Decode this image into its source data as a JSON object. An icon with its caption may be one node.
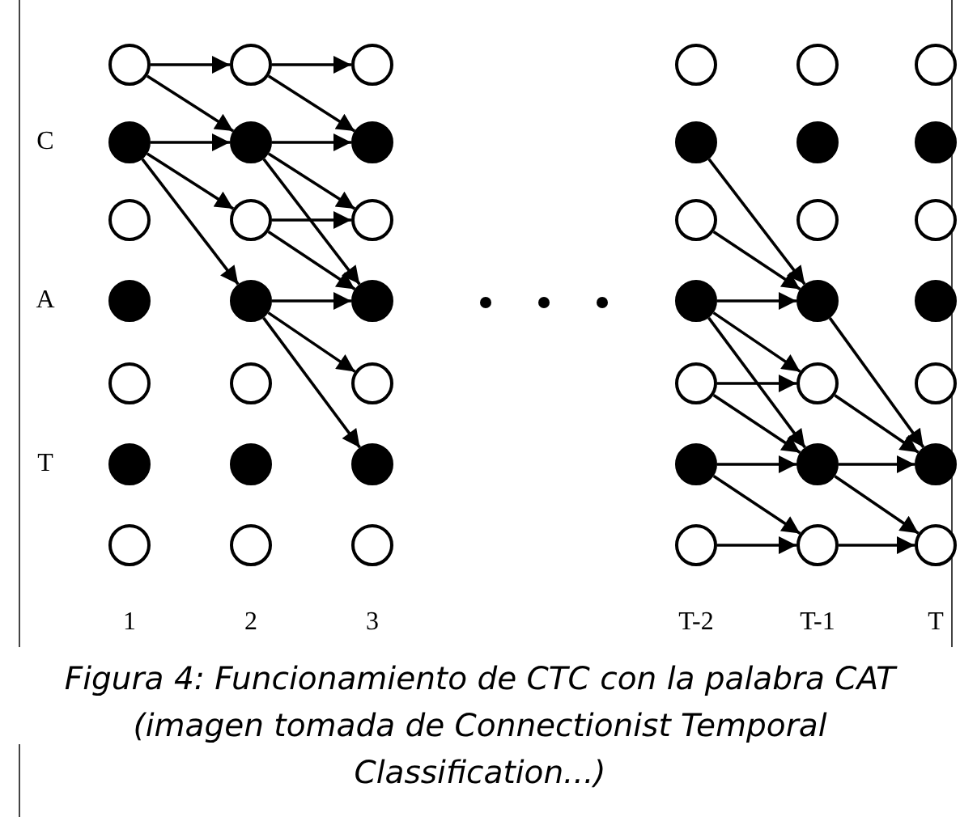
{
  "diagram": {
    "caption": "Figura 4: Funcionamiento de CTC con la palabra CAT (imagen tomada de Connectionist Temporal Classification...)",
    "nodes": [
      {
        "text": [],
        "shape": "circle"
      },
      {
        "text": [],
        "shape": "dot"
      },
      {
        "text": [],
        "shape": "circle"
      },
      {
        "text": [],
        "shape": "dot"
      },
      {
        "text": [],
        "shape": "circle"
      },
      {
        "text": [],
        "shape": "dot"
      },
      {
        "text": [],
        "shape": "circle"
      },
      {
        "text": [],
        "shape": "circle"
      },
      {
        "text": [],
        "shape": "dot"
      },
      {
        "text": [],
        "shape": "circle"
      },
      {
        "text": [],
        "shape": "dot"
      },
      {
        "text": [],
        "shape": "circle"
      },
      {
        "text": [],
        "shape": "dot"
      },
      {
        "text": [],
        "shape": "circle"
      },
      {
        "text": [],
        "shape": "circle"
      },
      {
        "text": [],
        "shape": "dot"
      },
      {
        "text": [],
        "shape": "circle"
      },
      {
        "text": [],
        "shape": "dot"
      },
      {
        "text": [],
        "shape": "circle"
      },
      {
        "text": [],
        "shape": "dot"
      },
      {
        "text": [],
        "shape": "circle"
      },
      {
        "text": [],
        "shape": "circle"
      },
      {
        "text": [],
        "shape": "dot"
      },
      {
        "text": [],
        "shape": "circle"
      },
      {
        "text": [],
        "shape": "dot"
      },
      {
        "text": [],
        "shape": "circle"
      },
      {
        "text": [],
        "shape": "dot"
      },
      {
        "text": [],
        "shape": "circle"
      },
      {
        "text": [],
        "shape": "circle"
      },
      {
        "text": [],
        "shape": "dot"
      },
      {
        "text": [],
        "shape": "circle"
      },
      {
        "text": [],
        "shape": "dot"
      },
      {
        "text": [],
        "shape": "circle"
      },
      {
        "text": [],
        "shape": "dot"
      },
      {
        "text": [],
        "shape": "circle"
      },
      {
        "text": [],
        "shape": "circle"
      },
      {
        "text": [],
        "shape": "dot"
      },
      {
        "text": [],
        "shape": "circle"
      },
      {
        "text": [],
        "shape": "dot"
      },
      {
        "text": [],
        "shape": "circle"
      },
      {
        "text": [],
        "shape": "dot"
      },
      {
        "text": [],
        "shape": "circle"
      }
    ],
    "edges": [
      {
        "from": 0,
        "to": 7,
        "arrow": "to"
      },
      {
        "from": 0,
        "to": 8,
        "arrow": "to"
      },
      {
        "from": 1,
        "to": 8,
        "arrow": "to"
      },
      {
        "from": 1,
        "to": 9,
        "arrow": "to"
      },
      {
        "from": 1,
        "to": 10,
        "arrow": "to"
      },
      {
        "from": 7,
        "to": 14,
        "arrow": "to"
      },
      {
        "from": 7,
        "to": 15,
        "arrow": "to"
      },
      {
        "from": 8,
        "to": 15,
        "arrow": "to"
      },
      {
        "from": 8,
        "to": 16,
        "arrow": "to"
      },
      {
        "from": 8,
        "to": 17,
        "arrow": "to"
      },
      {
        "from": 9,
        "to": 16,
        "arrow": "to"
      },
      {
        "from": 9,
        "to": 17,
        "arrow": "to"
      },
      {
        "from": 10,
        "to": 17,
        "arrow": "to"
      },
      {
        "from": 10,
        "to": 18,
        "arrow": "to"
      },
      {
        "from": 10,
        "to": 19,
        "arrow": "to"
      },
      {
        "from": 22,
        "to": 31,
        "arrow": "to"
      },
      {
        "from": 23,
        "to": 31,
        "arrow": "to"
      },
      {
        "from": 24,
        "to": 31,
        "arrow": "to"
      },
      {
        "from": 24,
        "to": 32,
        "arrow": "to"
      },
      {
        "from": 24,
        "to": 33,
        "arrow": "to"
      },
      {
        "from": 25,
        "to": 32,
        "arrow": "to"
      },
      {
        "from": 25,
        "to": 33,
        "arrow": "to"
      },
      {
        "from": 26,
        "to": 33,
        "arrow": "to"
      },
      {
        "from": 26,
        "to": 34,
        "arrow": "to"
      },
      {
        "from": 27,
        "to": 34,
        "arrow": "to"
      },
      {
        "from": 31,
        "to": 40,
        "arrow": "to"
      },
      {
        "from": 32,
        "to": 40,
        "arrow": "to"
      },
      {
        "from": 33,
        "to": 40,
        "arrow": "to"
      },
      {
        "from": 33,
        "to": 41,
        "arrow": "to"
      },
      {
        "from": 34,
        "to": 41,
        "arrow": "to"
      }
    ],
    "labels": [
      "C",
      "A",
      "T",
      "1",
      "2",
      "3",
      "T-2",
      "T-1",
      "T"
    ]
  }
}
